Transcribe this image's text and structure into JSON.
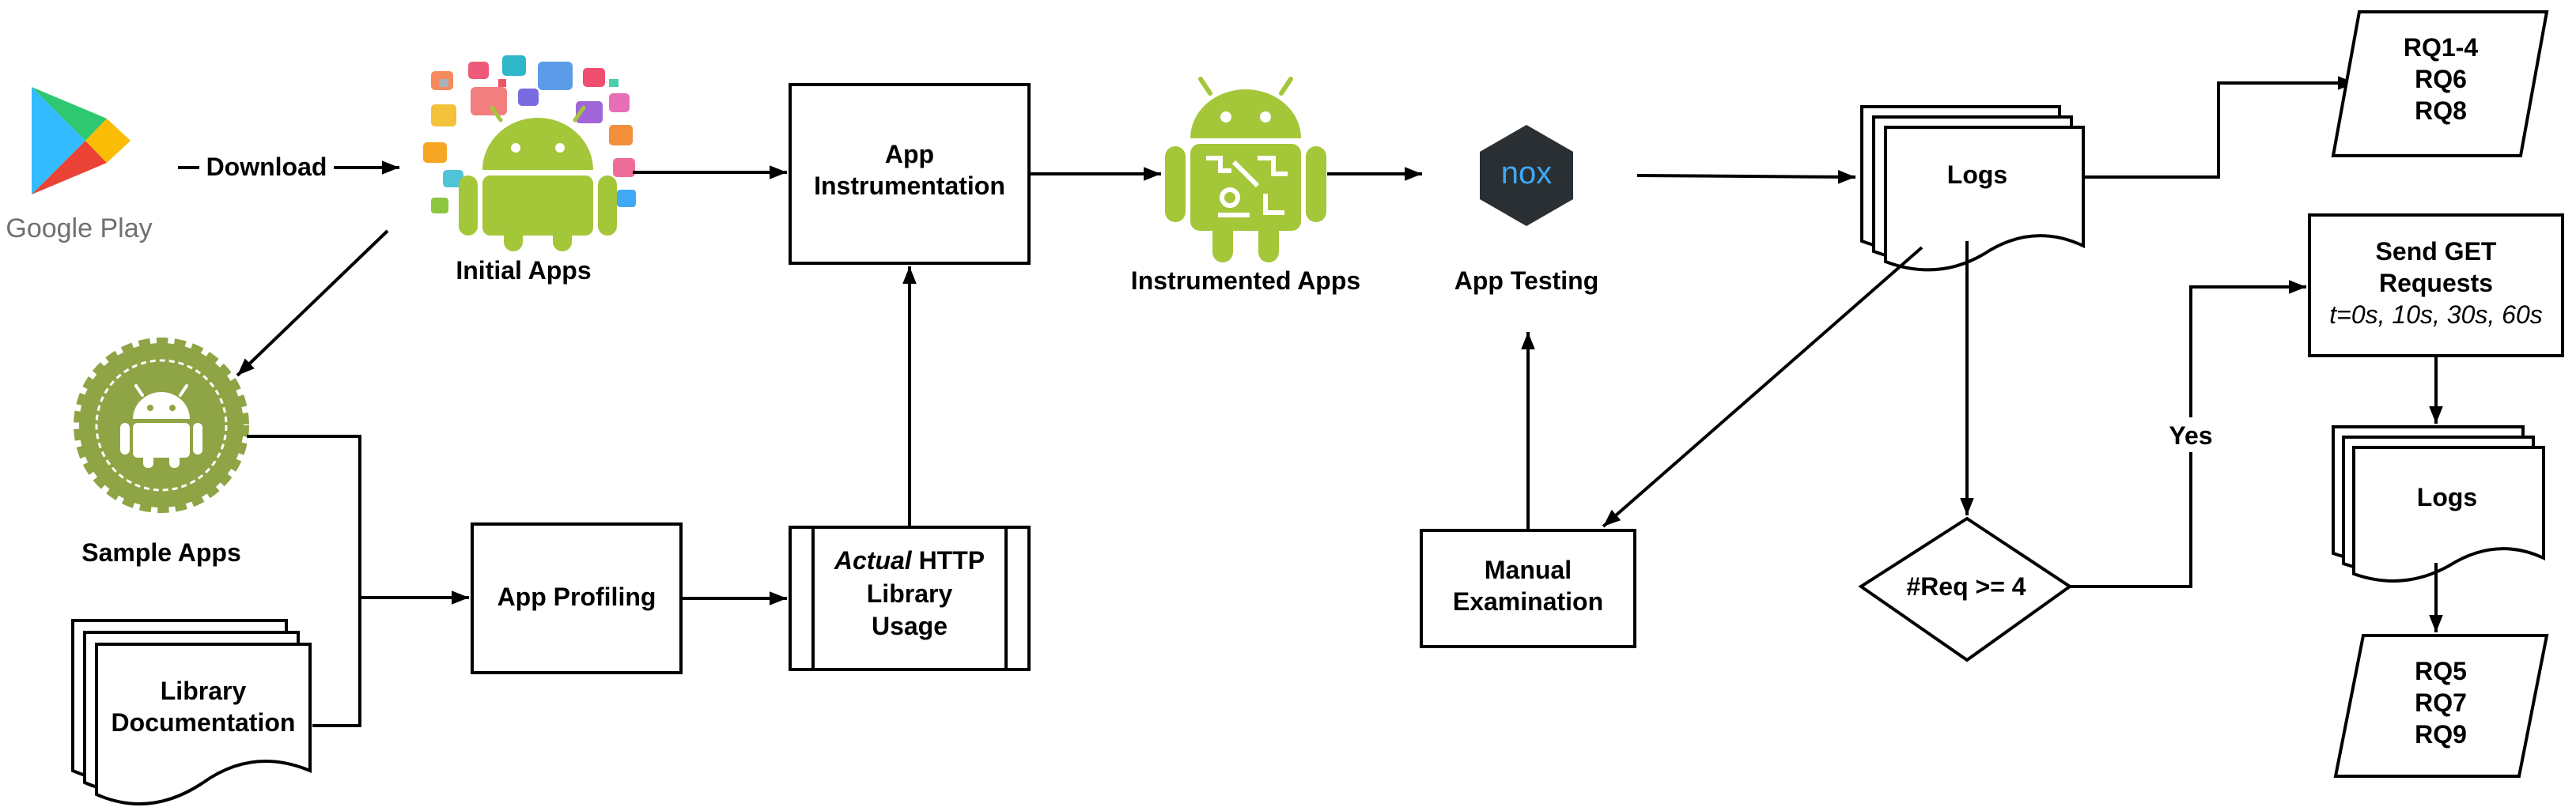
{
  "store": {
    "label": "Google Play"
  },
  "arrows": {
    "download": "Download",
    "yes": "Yes"
  },
  "nodes": {
    "initial_apps": "Initial Apps",
    "sample_apps": "Sample Apps",
    "library_docs": [
      "Library",
      "Documentation"
    ],
    "app_profiling": "App Profiling",
    "http_usage": {
      "emph": "Actual",
      "line1_rest": " HTTP",
      "line2": "Library",
      "line3": "Usage"
    },
    "app_instrumentation": [
      "App",
      "Instrumentation"
    ],
    "instrumented_apps": "Instrumented Apps",
    "nox_logo": "nox",
    "app_testing": "App Testing",
    "manual_exam": [
      "Manual",
      "Examination"
    ],
    "logs_top": "Logs",
    "logs_bottom": "Logs",
    "decision": "#Req >= 4",
    "send_get": {
      "line1": "Send GET",
      "line2": "Requests",
      "line3": "t=0s, 10s, 30s, 60s"
    },
    "rq_top": [
      "RQ1-4",
      "RQ6",
      "RQ8"
    ],
    "rq_bottom": [
      "RQ5",
      "RQ7",
      "RQ9"
    ]
  },
  "colors": {
    "android_green": "#A4C639",
    "badge_green": "#8FA444",
    "nox_bg": "#2A2F33",
    "nox_text": "#3FA9F5"
  },
  "icons": [
    "google-play-icon",
    "android-apps-cloud-icon",
    "android-badge-icon",
    "android-instrumented-icon",
    "nox-player-icon"
  ]
}
